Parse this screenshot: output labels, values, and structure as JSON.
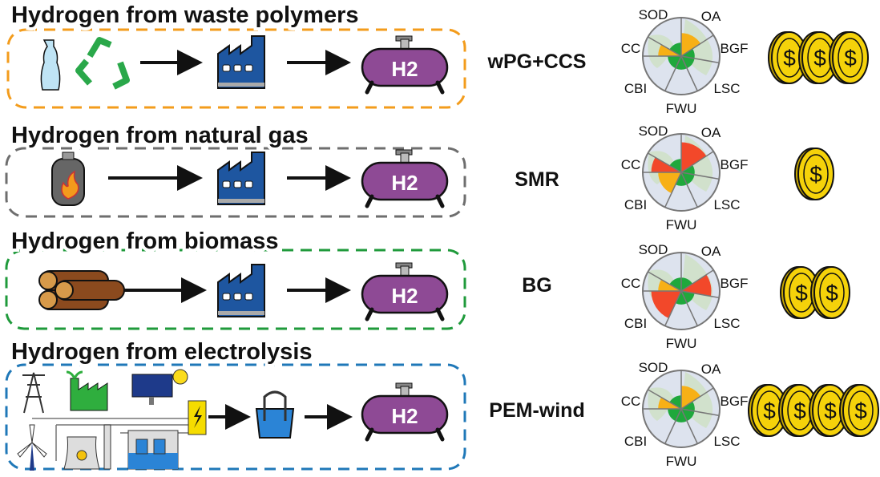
{
  "colors": {
    "orange": "#f39c1c",
    "gray": "#6e6e6e",
    "green": "#1f9a3b",
    "blue": "#1f78b8",
    "tank": "#8e4a95",
    "coin": "#f5d20a",
    "low": "#1fa83c",
    "medium": "#f7b016",
    "high": "#f2482a"
  },
  "tank_label": "H2",
  "rows": [
    {
      "title": "Hydrogen from waste polymers",
      "route": "wPG+CCS",
      "box_color": "#f39c1c",
      "feedstock_icons": [
        "plastic-bottle-icon",
        "recycle-icon"
      ],
      "cost_coins": 3
    },
    {
      "title": "Hydrogen from natural gas",
      "route": "SMR",
      "box_color": "#6e6e6e",
      "feedstock_icons": [
        "gas-cylinder-flame-icon"
      ],
      "cost_coins": 1
    },
    {
      "title": "Hydrogen from biomass",
      "route": "BG",
      "box_color": "#1f9a3b",
      "feedstock_icons": [
        "wood-logs-icon"
      ],
      "cost_coins": 2
    },
    {
      "title": "Hydrogen from electrolysis",
      "route": "PEM-wind",
      "box_color": "#1f78b8",
      "feedstock_icons": [
        "power-pylon-icon",
        "green-factory-icon",
        "solar-panel-icon",
        "wind-turbine-icon",
        "nuclear-plant-icon",
        "hydro-dam-icon",
        "power-converter-icon",
        "electrolyzer-icon"
      ],
      "cost_coins": 4
    }
  ],
  "boundary_axes": [
    "SOD",
    "OA",
    "BGF",
    "LSC",
    "FWU",
    "CBI",
    "CC"
  ],
  "boundary_levels": {
    "wPG+CCS": {
      "SOD": "low",
      "OA": "medium",
      "BGF": "low",
      "LSC": "low",
      "FWU": "low",
      "CBI": "low",
      "CC": "medium"
    },
    "SMR": {
      "SOD": "low",
      "OA": "high",
      "BGF": "low",
      "LSC": "low",
      "FWU": "low",
      "CBI": "medium",
      "CC": "high"
    },
    "BG": {
      "SOD": "low",
      "OA": "low",
      "BGF": "high",
      "LSC": "low",
      "FWU": "low",
      "CBI": "high",
      "CC": "medium"
    },
    "PEM-wind": {
      "SOD": "low",
      "OA": "medium",
      "BGF": "low",
      "LSC": "low",
      "FWU": "low",
      "CBI": "low",
      "CC": "medium"
    }
  },
  "coin_symbol": "$"
}
